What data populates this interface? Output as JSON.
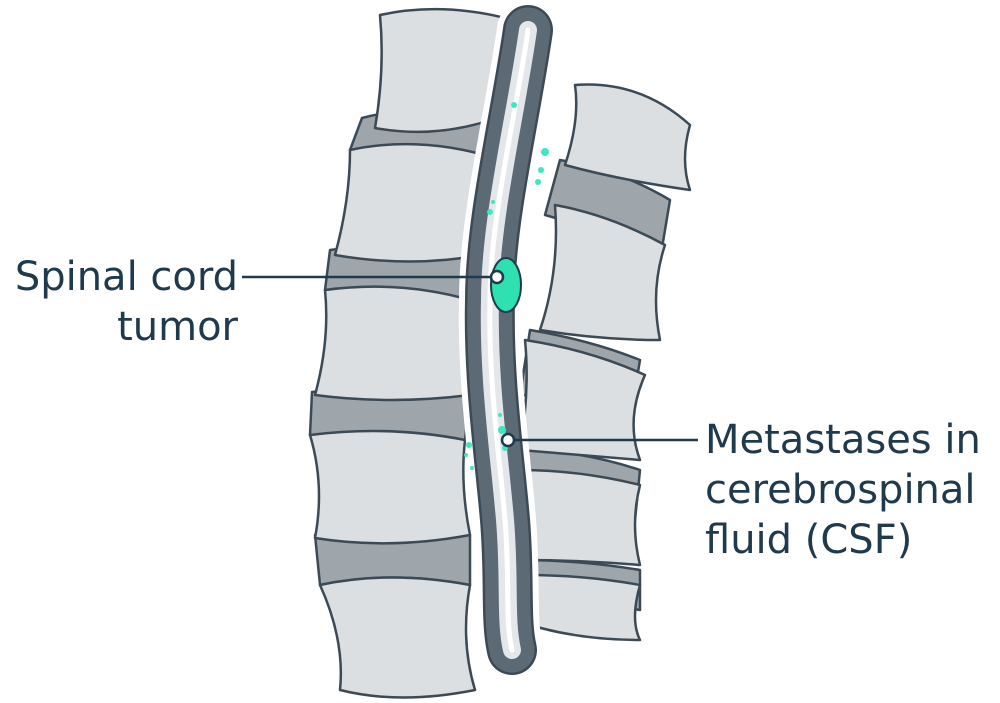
{
  "labels": {
    "tumor": [
      "Spinal cord",
      "tumor"
    ],
    "metastases": [
      "Metastases in",
      "cerebrospinal",
      "fluid (CSF)"
    ]
  },
  "colors": {
    "bone": "#dcdfe1",
    "disc": "#9ea5ab",
    "outline": "#3c4a55",
    "canal": "#5c6a76",
    "tumor": "#2fe0b0",
    "text": "#1f3a4d"
  }
}
